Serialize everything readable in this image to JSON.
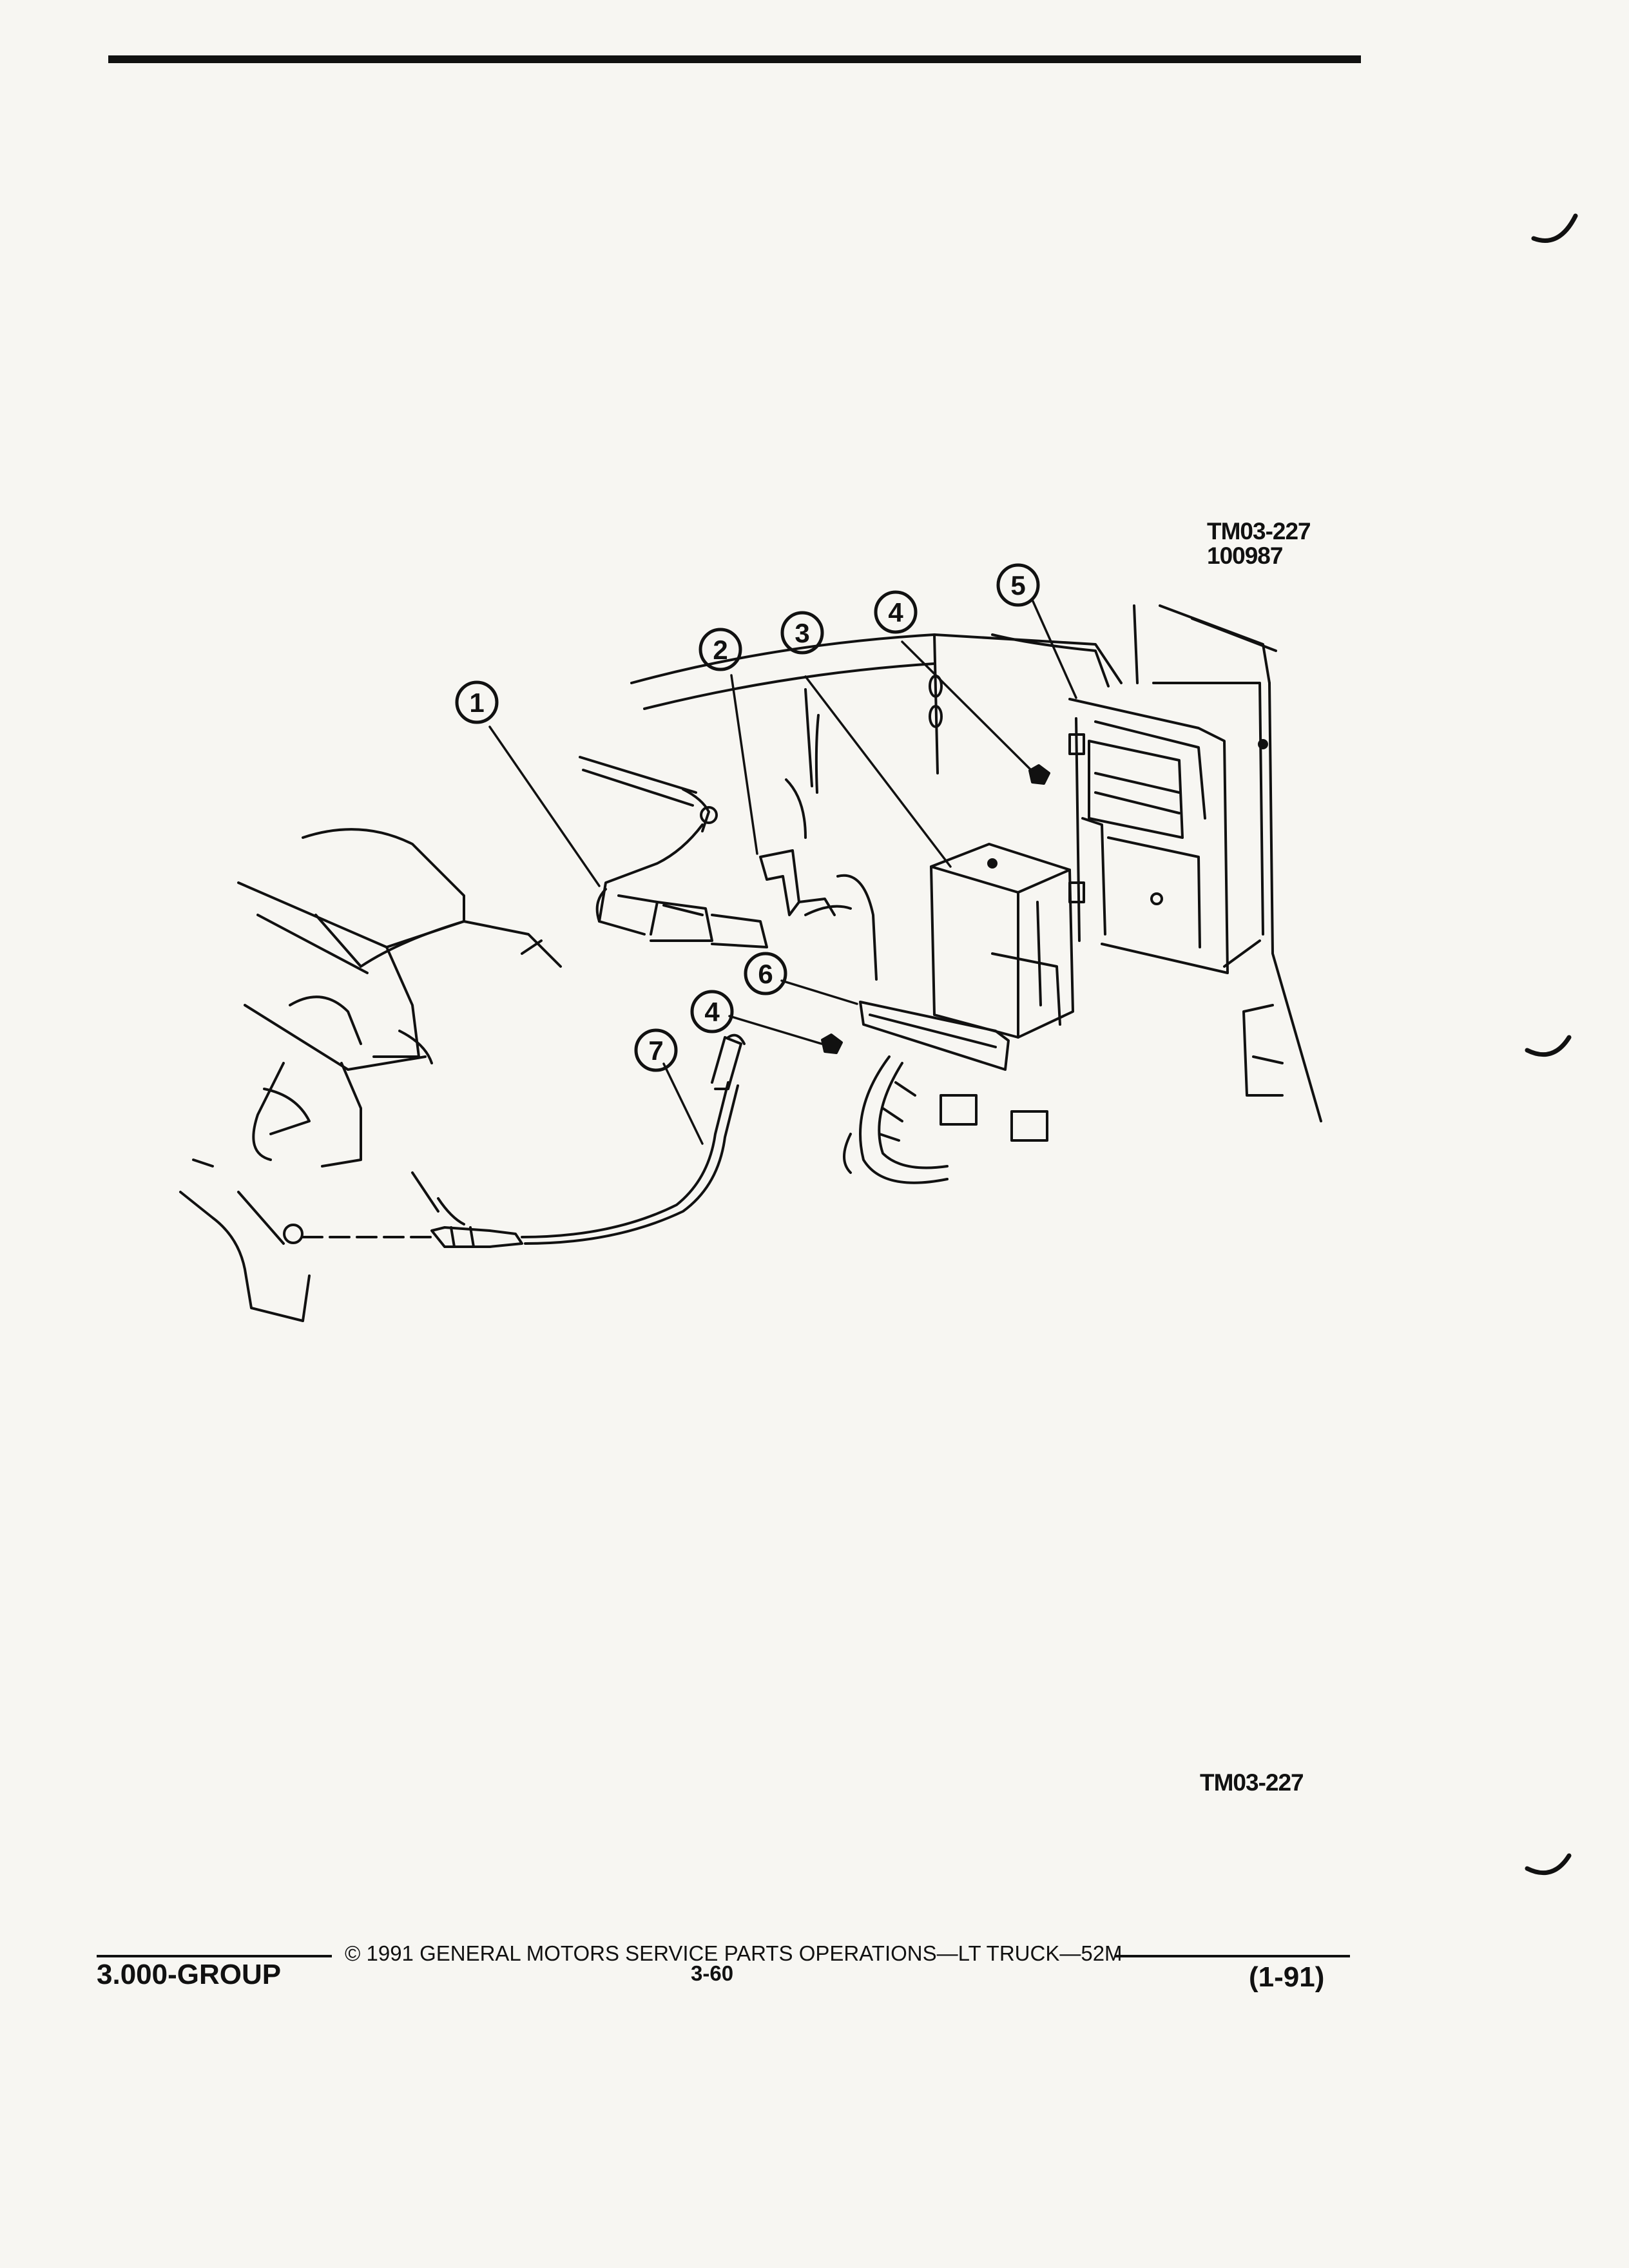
{
  "figure": {
    "code_top_line1": "TM03-227",
    "code_top_line2": "100987",
    "code_bottom": "TM03-227"
  },
  "callouts": [
    "1",
    "2",
    "3",
    "4",
    "5",
    "6",
    "4",
    "7"
  ],
  "footer": {
    "copyright": "© 1991 GENERAL MOTORS SERVICE PARTS OPERATIONS—LT TRUCK—52M",
    "group": "3.000-GROUP",
    "page": "3-60",
    "date": "(1-91)"
  }
}
